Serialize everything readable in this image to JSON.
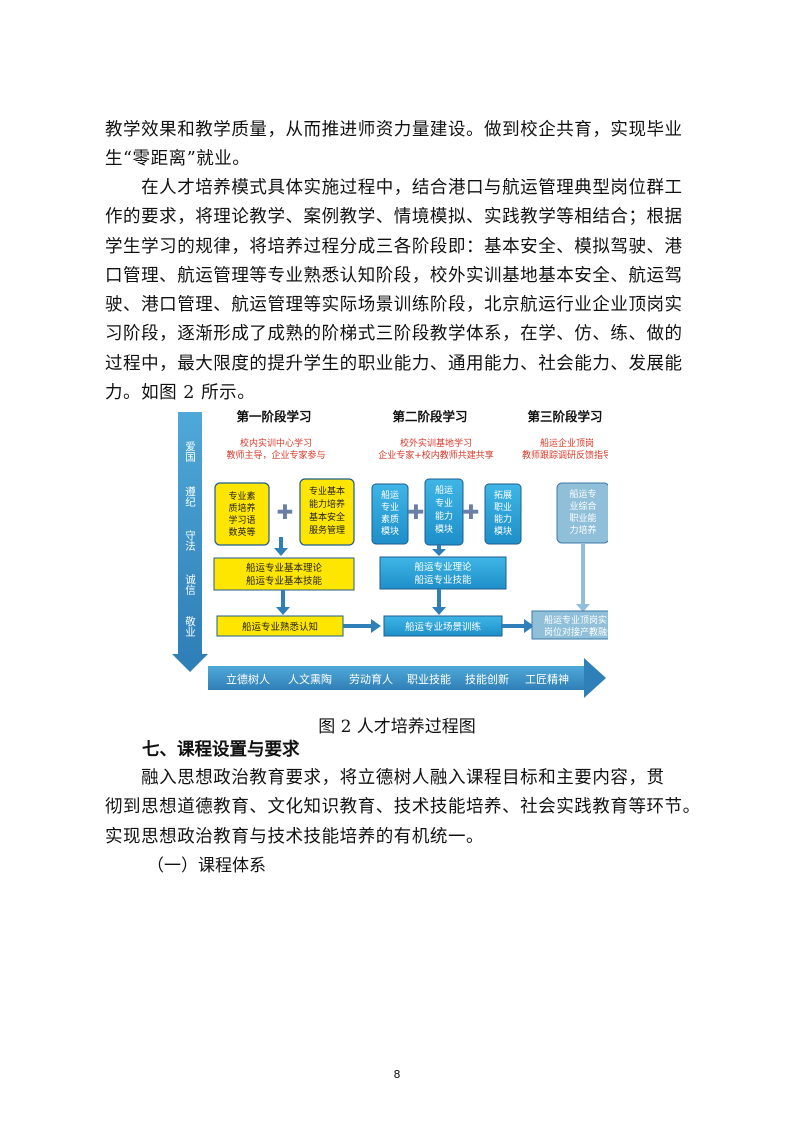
{
  "paragraph1": {
    "lines": [
      "教学效果和教学质量，从而推进师资力量建设。做到校企共育，实现毕业",
      "生“零距离”就业。"
    ]
  },
  "paragraph2": {
    "lines": [
      "　　在人才培养模式具体实施过程中，结合港口与航运管理典型岗位群工",
      "作的要求，将理论教学、案例教学、情境模拟、实践教学等相结合；根据",
      "学生学习的规律，将培养过程分成三各阶段即：基本安全、模拟驾驶、港",
      "口管理、航运管理等专业熟悉认知阶段，校外实训基地基本安全、航运驾",
      "驶、港口管理、航运管理等实际场景训练阶段，北京航运行业企业顶岗实",
      "习阶段，逐渐形成了成熟的阶梯式三阶段教学体系，在学、仿、练、做的",
      "过程中，最大限度的提升学生的职业能力、通用能力、社会能力、发展能",
      "力。如图 2 所示。"
    ]
  },
  "figure": {
    "stage1": {
      "title": "第一阶段学习",
      "subtitle": [
        "校内实训中心学习",
        "教师主导，企业专家参与"
      ],
      "box_a": [
        "专业素",
        "质培养",
        "学习语",
        "数英等"
      ],
      "box_b": [
        "专业基本",
        "能力培养",
        "基本安全",
        "服务管理"
      ],
      "wide": [
        "船运专业基本理论",
        "船运专业基本技能"
      ],
      "bottom": "船运专业熟悉认知"
    },
    "stage2": {
      "title": "第二阶段学习",
      "subtitle": [
        "校外实训基地学习",
        "企业专家+校内教师共建共享"
      ],
      "box_a": [
        "船运",
        "专业",
        "素质",
        "模块"
      ],
      "box_b": [
        "船运",
        "专业",
        "能力",
        "模块"
      ],
      "box_c": [
        "拓展",
        "职业",
        "能力",
        "模块"
      ],
      "wide": [
        "船运专业理论",
        "船运专业技能"
      ],
      "bottom": "船运专业场景训练"
    },
    "stage3": {
      "title": "第三阶段学习",
      "subtitle": [
        "船运企业顶岗",
        "教师跟踪调研反馈指导"
      ],
      "box": [
        "船运专",
        "业综合",
        "职业能",
        "力培养"
      ],
      "bottom": [
        "船运专业顶岗实习",
        "岗位对接产教融合"
      ]
    },
    "left_arrow": [
      "爱国",
      "遵纪",
      "守法",
      "诚信",
      "敬业"
    ],
    "bottom_arrow": [
      "立德树人",
      "人文熏陶",
      "劳动育人",
      "职业技能",
      "技能创新",
      "工匠精神"
    ],
    "plus": "✚"
  },
  "caption": "图 2  人才培养过程图",
  "heading7": "七、课程设置与要求",
  "paragraph3": {
    "lines": [
      "　　融入思想政治教育要求，将立德树人融入课程目标和主要内容，贯",
      "彻到思想道德教育、文化知识教育、技术技能培养、社会实践教育等环节。",
      "实现思想政治教育与技术技能培养的有机统一。"
    ]
  },
  "heading7_1": "（一）课程体系",
  "page_number": "8"
}
